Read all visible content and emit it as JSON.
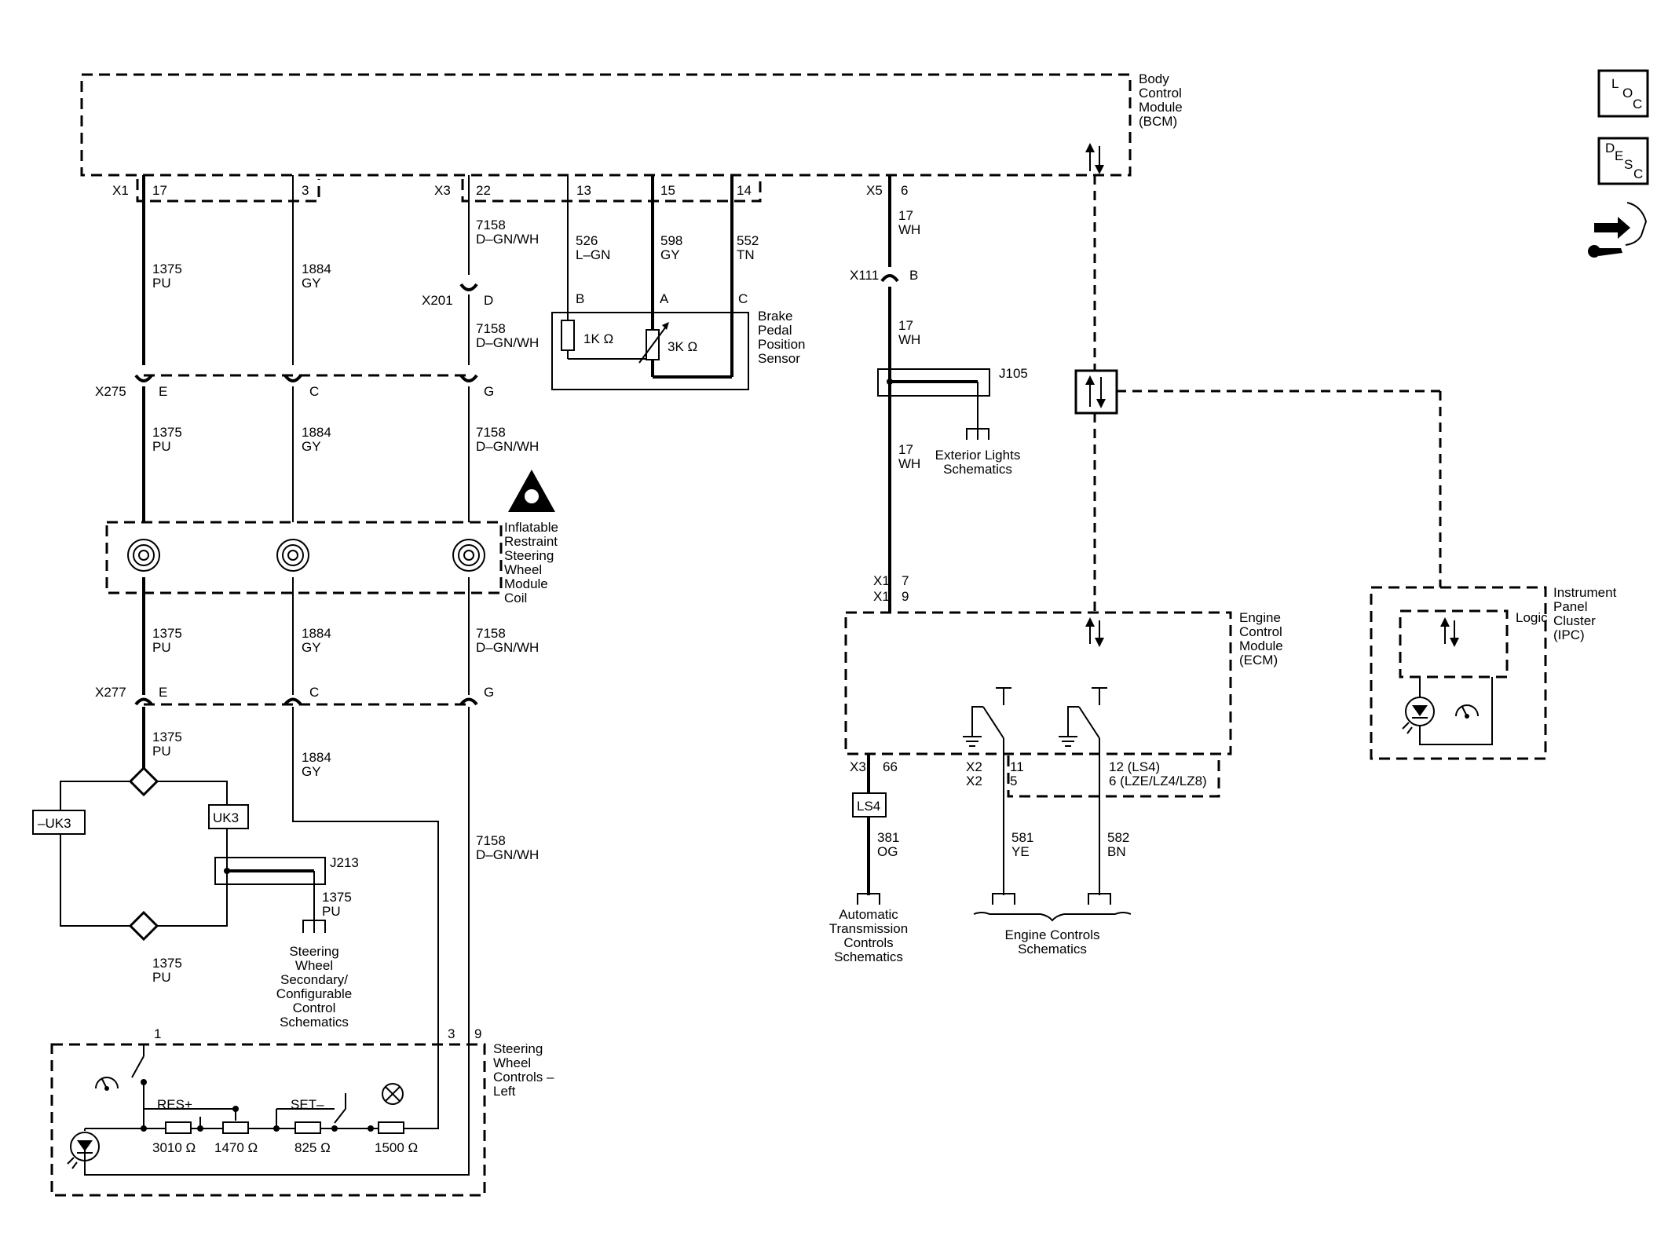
{
  "modules": {
    "bcm": [
      "Body",
      "Control",
      "Module",
      "(BCM)"
    ],
    "ecm": [
      "Engine",
      "Control",
      "Module",
      "(ECM)"
    ],
    "ipc": [
      "Instrument",
      "Panel",
      "Cluster",
      "(IPC)"
    ],
    "ipc_logic": "Logic",
    "swc": [
      "Steering",
      "Wheel",
      "Controls –",
      "Left"
    ],
    "coil": [
      "Inflatable",
      "Restraint",
      "Steering",
      "Wheel",
      "Module",
      "Coil"
    ],
    "bpps": [
      "Brake",
      "Pedal",
      "Position",
      "Sensor"
    ]
  },
  "connectors": {
    "x1": "X1",
    "x3": "X3",
    "x5": "X5",
    "x111": "X111",
    "x201": "X201",
    "x275": "X275",
    "x277": "X277",
    "ecm_x1a": "X1",
    "ecm_x1b": "X1",
    "ecm_x3": "X3",
    "ecm_x2a": "X2",
    "ecm_x2b": "X2"
  },
  "pins": {
    "bcm_17": "17",
    "bcm_3": "3",
    "bcm_22": "22",
    "bcm_13": "13",
    "bcm_15": "15",
    "bcm_14": "14",
    "bcm_6": "6",
    "x201_d": "D",
    "x111_b": "B",
    "x275_e": "E",
    "x275_c": "C",
    "x275_g": "G",
    "x277_e": "E",
    "x277_c": "C",
    "x277_g": "G",
    "bpps_b": "B",
    "bpps_a": "A",
    "bpps_c": "C",
    "ecm_7": "7",
    "ecm_9": "9",
    "ecm_66": "66",
    "ecm_11": "11",
    "ecm_5": "5",
    "ecm_12": "12 (LS4)",
    "ecm_6": "6 (LZE/LZ4/LZ8)",
    "swc_1": "1",
    "swc_3": "3",
    "swc_9": "9"
  },
  "wires": {
    "w1375_a": [
      "1375",
      "PU"
    ],
    "w1884_a": [
      "1884",
      "GY"
    ],
    "w7158_a": [
      "7158",
      "D–GN/WH"
    ],
    "w7158_b": [
      "7158",
      "D–GN/WH"
    ],
    "w526": [
      "526",
      "L–GN"
    ],
    "w598": [
      "598",
      "GY"
    ],
    "w552": [
      "552",
      "TN"
    ],
    "w17_a": [
      "17",
      "WH"
    ],
    "w17_b": [
      "17",
      "WH"
    ],
    "w17_c": [
      "17",
      "WH"
    ],
    "w1375_b": [
      "1375",
      "PU"
    ],
    "w1884_b": [
      "1884",
      "GY"
    ],
    "w7158_c": [
      "7158",
      "D–GN/WH"
    ],
    "w1375_c": [
      "1375",
      "PU"
    ],
    "w1884_c": [
      "1884",
      "GY"
    ],
    "w7158_d": [
      "7158",
      "D–GN/WH"
    ],
    "w1375_d": [
      "1375",
      "PU"
    ],
    "w1884_d": [
      "1884",
      "GY"
    ],
    "w7158_e": [
      "7158",
      "D–GN/WH"
    ],
    "w1375_e": [
      "1375",
      "PU"
    ],
    "w1375_f": [
      "1375",
      "PU"
    ],
    "w381": [
      "381",
      "OG"
    ],
    "w581": [
      "581",
      "YE"
    ],
    "w582": [
      "582",
      "BN"
    ]
  },
  "splices": {
    "j105": "J105",
    "j213": "J213"
  },
  "options": {
    "neg_uk3": "–UK3",
    "uk3": "UK3",
    "ls4": "LS4"
  },
  "components": {
    "r_1k": "1K ",
    "r_3k": "3K ",
    "ohm": "Ω",
    "res_plus": "RES+",
    "set_minus": "SET–",
    "r3010": "3010 ",
    "r1470": "1470 ",
    "r825": "825 ",
    "r1500": "1500 "
  },
  "references": {
    "exterior_lights": [
      "Exterior Lights",
      "Schematics"
    ],
    "swsc": [
      "Steering",
      "Wheel",
      "Secondary/",
      "Configurable",
      "Control",
      "Schematics"
    ],
    "atc": [
      "Automatic",
      "Transmission",
      "Controls",
      "Schematics"
    ],
    "ecs": [
      "Engine Controls",
      "Schematics"
    ]
  },
  "nav_icons": {
    "loc": {
      "l1": "L",
      "l2": "O",
      "l3": "C"
    },
    "desc": {
      "l1": "D",
      "l2": "E",
      "l3": "S",
      "l4": "C"
    }
  }
}
